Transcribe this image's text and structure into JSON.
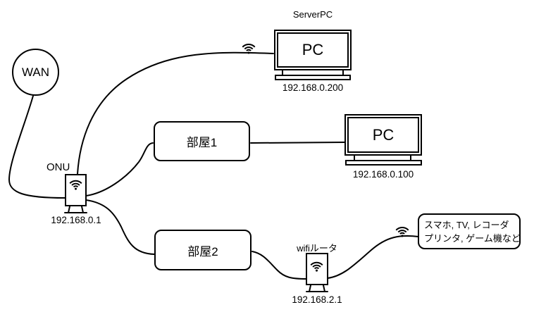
{
  "diagram": {
    "wan": {
      "label": "WAN"
    },
    "onu": {
      "label": "ONU",
      "ip": "192.168.0.1"
    },
    "server_pc": {
      "title": "ServerPC",
      "screen": "PC",
      "ip": "192.168.0.200"
    },
    "client_pc": {
      "screen": "PC",
      "ip": "192.168.0.100"
    },
    "room1": {
      "label": "部屋1"
    },
    "room2": {
      "label": "部屋2"
    },
    "wifi_router": {
      "label": "wifiルータ",
      "ip": "192.168.2.1"
    },
    "wireless_devices": {
      "line1": "スマホ, TV, レコーダ",
      "line2": "プリンタ, ゲーム機など"
    }
  }
}
